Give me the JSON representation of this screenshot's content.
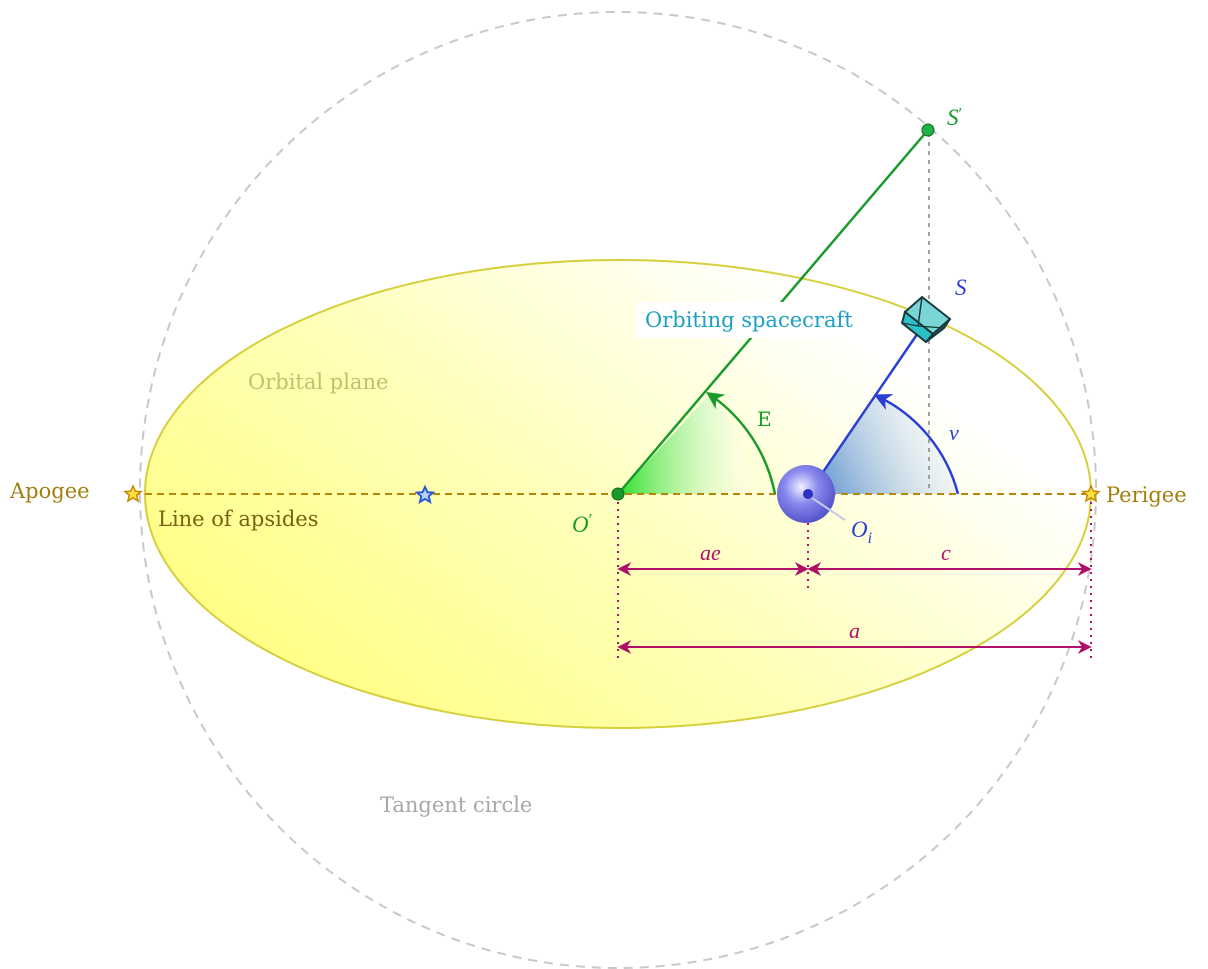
{
  "labels": {
    "apogee": "Apogee",
    "perigee": "Perigee",
    "line_of_apsides": "Line of apsides",
    "orbital_plane": "Orbital plane",
    "tangent_circle": "Tangent circle",
    "orbiting_spacecraft": "Orbiting spacecraft",
    "eccentric_anomaly": "E",
    "true_anomaly": "ν",
    "spacecraft_point": "S",
    "projected_point_base": "S",
    "projected_point_prime": "′",
    "center_point_base": "O",
    "center_point_prime": "′",
    "focus_point_base": "O",
    "focus_point_sub": "i",
    "dim_ae": "ae",
    "dim_c": "c",
    "dim_a": "a"
  },
  "colors": {
    "ellipse_fill": "#ffff80",
    "ellipse_stroke": "#d6cf3c",
    "tangent_circle": "#c8c8c8",
    "apsides_line": "#b8860b",
    "eccentric_line": "#1a9a2a",
    "true_line": "#2b3fd6",
    "dimension": "#b0106a",
    "spacecraft_label": "#1ca0c0",
    "planet": "#6a6ae8"
  }
}
